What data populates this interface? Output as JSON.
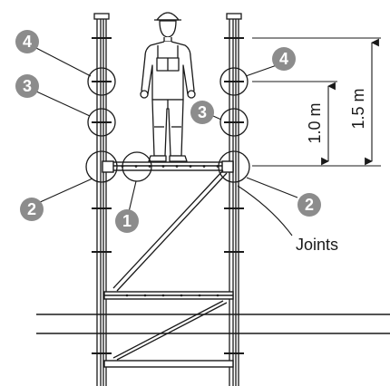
{
  "markers": {
    "m1": "1",
    "m2_left": "2",
    "m2_right": "2",
    "m3_left": "3",
    "m3_right": "3",
    "m4_left": "4",
    "m4_right": "4"
  },
  "dimensions": {
    "d1": "1.0 m",
    "d2": "1.5 m"
  },
  "labels": {
    "joints": "Joints"
  },
  "colors": {
    "line": "#1a1a1a",
    "marker_fill": "#8c8c8c",
    "marker_text": "#ffffff"
  }
}
